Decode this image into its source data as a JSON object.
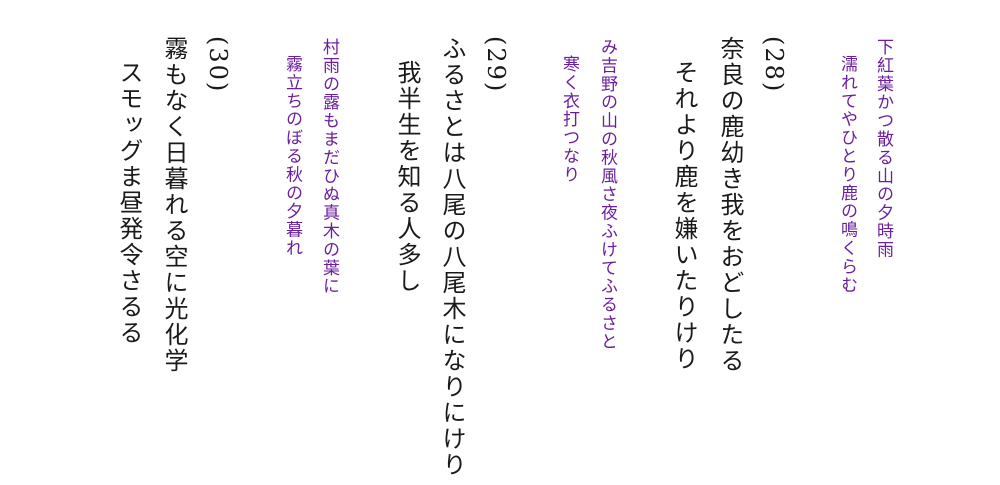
{
  "colors": {
    "text": "#1a1a1a",
    "accent": "#6b1f9e"
  },
  "poems": [
    {
      "quote_line1": "下紅葉かつ散る山の夕時雨",
      "quote_line2": "濡れてやひとり鹿の鳴くらむ",
      "number": "(28)",
      "line1": "奈良の鹿幼き我をおどしたる",
      "line2": "それより鹿を嫌いたりけり"
    },
    {
      "quote_line1": "み吉野の山の秋風さ夜ふけてふるさと",
      "quote_line2": "寒く衣打つなり",
      "number": "(29)",
      "line1": "ふるさとは八尾の八尾木になりにけり",
      "line2": "我半生を知る人多し"
    },
    {
      "quote_line1": "村雨の露もまだひぬ真木の葉に",
      "quote_line2": "霧立ちのぼる秋の夕暮れ",
      "number": "(30)",
      "line1": "霧もなく日暮れる空に光化学",
      "line2": "スモッグま昼発令さるる"
    }
  ]
}
